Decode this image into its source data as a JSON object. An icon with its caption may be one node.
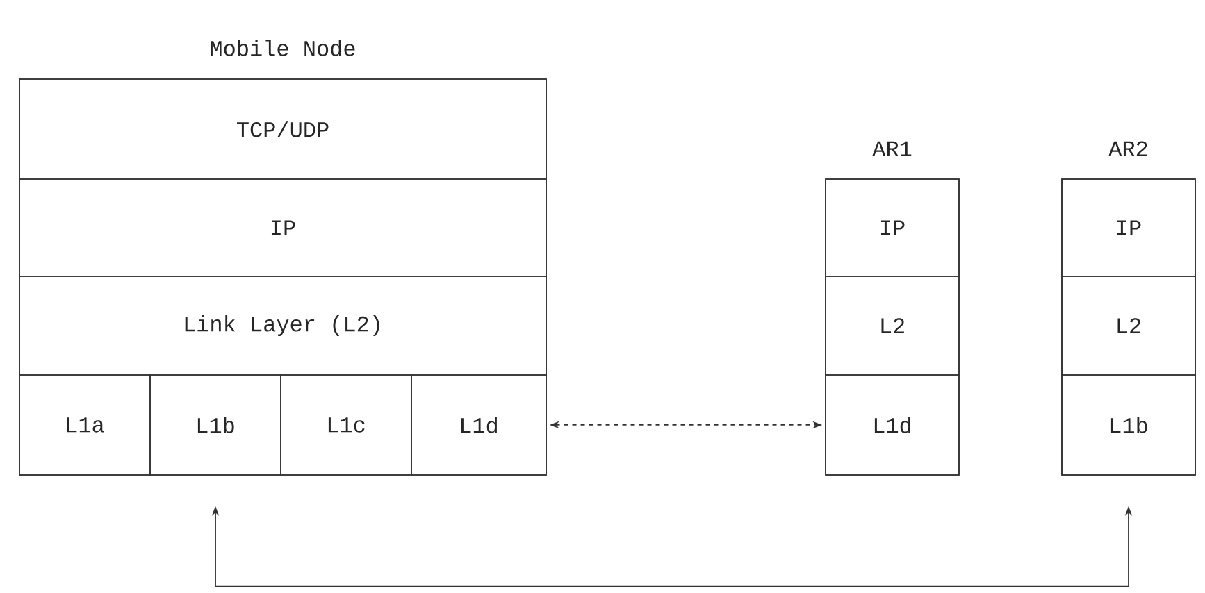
{
  "diagram": {
    "nodes": [
      {
        "text": [
          "Mobile Node"
        ]
      },
      {
        "text": [
          "TCP/UDP"
        ],
        "in": 0
      },
      {
        "text": [
          "IP"
        ],
        "in": 0
      },
      {
        "text": [
          "Link Layer (L2)"
        ],
        "in": 0
      },
      {
        "text": [
          "L1a"
        ],
        "in": 0
      },
      {
        "text": [
          "L1b"
        ],
        "in": 0
      },
      {
        "text": [
          "L1c"
        ],
        "in": 0
      },
      {
        "text": [
          "L1d"
        ],
        "in": 0
      },
      {
        "text": [
          "AR1"
        ]
      },
      {
        "text": [
          "IP"
        ],
        "in": 8
      },
      {
        "text": [
          "L2"
        ],
        "in": 8
      },
      {
        "text": [
          "L1d"
        ],
        "in": 8
      },
      {
        "text": [
          "AR2"
        ]
      },
      {
        "text": [
          "IP"
        ],
        "in": 12
      },
      {
        "text": [
          "L2"
        ],
        "in": 12
      },
      {
        "text": [
          "L1b"
        ],
        "in": 12
      }
    ],
    "edges": [
      {
        "from": 7,
        "to": 11,
        "arrow": "both",
        "style": "dashed"
      },
      {
        "from": 5,
        "to": 15,
        "arrow": "both"
      }
    ]
  }
}
